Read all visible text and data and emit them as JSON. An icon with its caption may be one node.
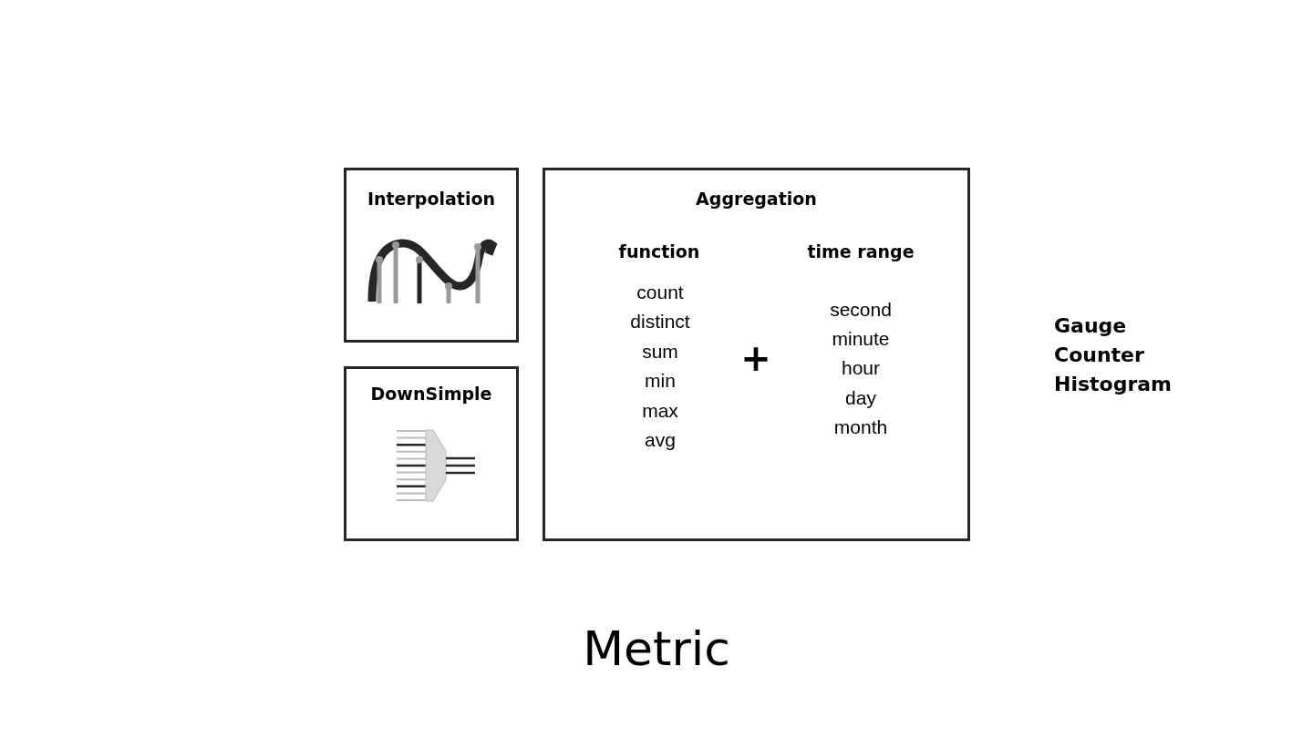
{
  "diagram": {
    "caption": "Metric",
    "nodes": [
      {
        "text": [
          "Interpolation"
        ]
      },
      {
        "text": [
          "DownSimple"
        ]
      },
      {
        "text": [
          "Aggregation"
        ]
      }
    ],
    "labels": [
      "function",
      "count",
      "distinct",
      "sum",
      "min",
      "max",
      "avg",
      "+",
      "time range",
      "second",
      "minute",
      "hour",
      "day",
      "month",
      "Gauge",
      "Counter",
      "Histogram"
    ]
  }
}
